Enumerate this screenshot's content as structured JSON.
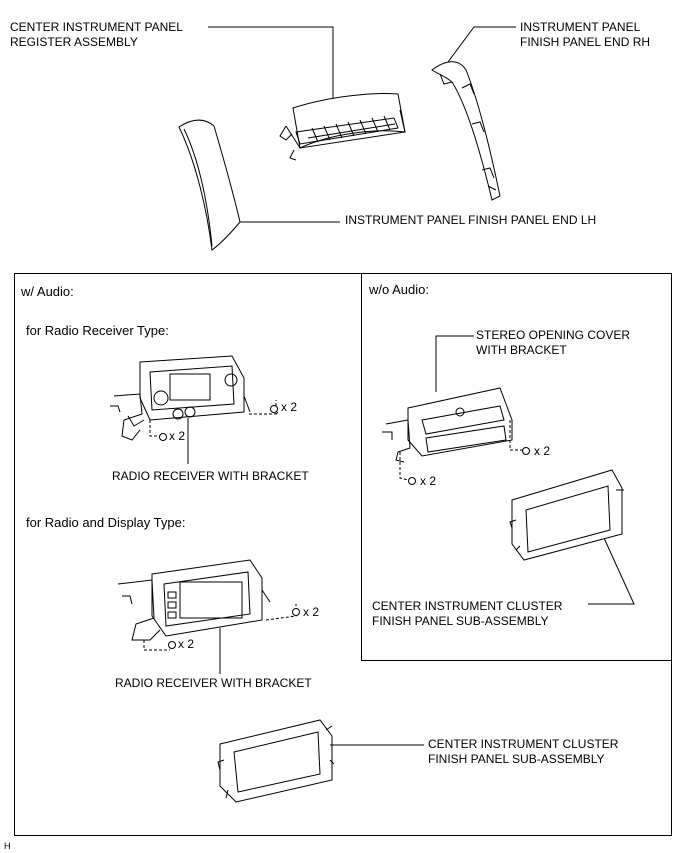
{
  "labels": {
    "register_line1": "CENTER INSTRUMENT PANEL",
    "register_line2": "REGISTER ASSEMBLY",
    "finish_rh_line1": "INSTRUMENT PANEL",
    "finish_rh_line2": "FINISH PANEL END RH",
    "finish_lh": "INSTRUMENT PANEL FINISH PANEL END LH",
    "w_audio": "w/ Audio:",
    "wo_audio": "w/o Audio:",
    "radio_receiver_type": "for Radio Receiver Type:",
    "radio_display_type": "for Radio and Display Type:",
    "radio_receiver_bracket_1": "RADIO RECEIVER WITH BRACKET",
    "radio_receiver_bracket_2": "RADIO RECEIVER WITH BRACKET",
    "stereo_line1": "STEREO OPENING COVER",
    "stereo_line2": "WITH BRACKET",
    "cluster_wo_line1": "CENTER INSTRUMENT CLUSTER",
    "cluster_wo_line2": "FINISH PANEL SUB-ASSEMBLY",
    "cluster_w_line1": "CENTER INSTRUMENT CLUSTER",
    "cluster_w_line2": "FINISH PANEL SUB-ASSEMBLY",
    "corner_mark": "H"
  },
  "screw_counts": {
    "radio_receiver_right": "x 2",
    "radio_receiver_bottom": "x 2",
    "radio_display_right": "x 2",
    "radio_display_bottom": "x 2",
    "stereo_right": "x 2",
    "stereo_bottom": "x 2"
  }
}
